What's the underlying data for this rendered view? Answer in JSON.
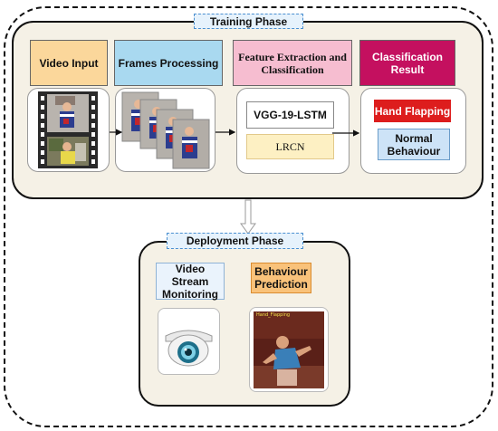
{
  "training": {
    "title": "Training Phase",
    "video_input": "Video Input",
    "frames_processing": "Frames Processing",
    "feature_extraction": "Feature Extraction and Classification",
    "classification_result": "Classification Result",
    "model_1": "VGG-19-LSTM",
    "model_2": "LRCN",
    "result_1": "Hand Flapping",
    "result_2": "Normal Behaviour"
  },
  "deployment": {
    "title": "Deployment  Phase",
    "video_stream": "Video Stream Monitoring",
    "behaviour_prediction": "Behaviour Prediction",
    "overlay_label": "Hand_Flapping"
  },
  "colors": {
    "panel_bg": "#f5f1e6",
    "video_input_bg": "#fbd79b",
    "frames_processing_bg": "#a9d9f0",
    "feature_extraction_bg": "#f6bdd0",
    "classification_result_bg": "#c4105f",
    "hand_flapping_bg": "#dd1d1d",
    "normal_behaviour_bg": "#cde3f7",
    "lrcn_bg": "#fdf0c3",
    "phase_label_bg": "#e6f2fc",
    "behaviour_prediction_bg": "#f9c27a"
  },
  "icons": {
    "film_strip": "film-strip-icon",
    "camera": "security-camera-icon",
    "flow_arrow": "arrow-right-icon",
    "down_arrow": "hollow-arrow-down-icon"
  }
}
